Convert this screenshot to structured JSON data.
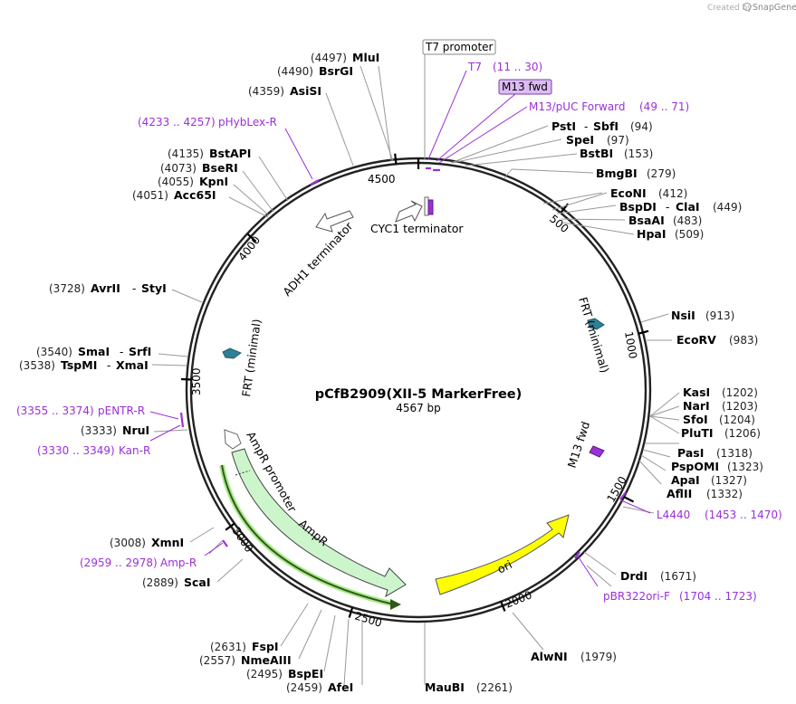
{
  "credit": {
    "prefix": "Created by",
    "brand": "SnapGene"
  },
  "plasmid": {
    "name": "pCfB2909(XII-5 MarkerFree)",
    "length": "4567 bp",
    "total_bp": 4567
  },
  "ticks": [
    "500",
    "1000",
    "1500",
    "2000",
    "2500",
    "3000",
    "3500",
    "4000",
    "4500"
  ],
  "enzymes": [
    {
      "name": "MluI",
      "pos": "(4497)"
    },
    {
      "name": "BsrGI",
      "pos": "(4490)"
    },
    {
      "name": "AsiSI",
      "pos": "(4359)"
    },
    {
      "name": "BstAPI",
      "pos": "(4135)"
    },
    {
      "name": "BseRI",
      "pos": "(4073)"
    },
    {
      "name": "KpnI",
      "pos": "(4055)"
    },
    {
      "name": "Acc65I",
      "pos": "(4051)"
    },
    {
      "name": "AvrII",
      "name2": "StyI",
      "pos": "(3728)"
    },
    {
      "name": "SmaI",
      "name2": "SrfI",
      "pos": "(3540)"
    },
    {
      "name": "TspMI",
      "name2": "XmaI",
      "pos": "(3538)"
    },
    {
      "name": "NruI",
      "pos": "(3333)"
    },
    {
      "name": "XmnI",
      "pos": "(3008)"
    },
    {
      "name": "ScaI",
      "pos": "(2889)"
    },
    {
      "name": "FspI",
      "pos": "(2631)"
    },
    {
      "name": "NmeAIII",
      "pos": "(2557)"
    },
    {
      "name": "BspEI",
      "pos": "(2495)"
    },
    {
      "name": "AfeI",
      "pos": "(2459)"
    },
    {
      "name": "MauBI",
      "pos": "(2261)"
    },
    {
      "name": "AlwNI",
      "pos": "(1979)"
    },
    {
      "name": "DrdI",
      "pos": "(1671)"
    },
    {
      "name": "PstI",
      "name2": "SbfI",
      "pos": "(94)"
    },
    {
      "name": "SpeI",
      "pos": "(97)"
    },
    {
      "name": "BstBI",
      "pos": "(153)"
    },
    {
      "name": "BmgBI",
      "pos": "(279)"
    },
    {
      "name": "EcoNI",
      "pos": "(412)"
    },
    {
      "name": "BspDI",
      "name2": "ClaI",
      "pos": "(449)"
    },
    {
      "name": "BsaAI",
      "pos": "(483)"
    },
    {
      "name": "HpaI",
      "pos": "(509)"
    },
    {
      "name": "NsiI",
      "pos": "(913)"
    },
    {
      "name": "EcoRV",
      "pos": "(983)"
    },
    {
      "name": "KasI",
      "pos": "(1202)"
    },
    {
      "name": "NarI",
      "pos": "(1203)"
    },
    {
      "name": "SfoI",
      "pos": "(1204)"
    },
    {
      "name": "PluTI",
      "pos": "(1206)"
    },
    {
      "name": "PasI",
      "pos": "(1318)"
    },
    {
      "name": "PspOMI",
      "pos": "(1323)"
    },
    {
      "name": "ApaI",
      "pos": "(1327)"
    },
    {
      "name": "AflII",
      "pos": "(1332)"
    }
  ],
  "primers": [
    {
      "name": "T7",
      "range": "(11 .. 30)"
    },
    {
      "name": "M13/pUC Forward",
      "range": "(49 .. 71)"
    },
    {
      "name": "pHybLex-R",
      "range": "(4233 .. 4257)"
    },
    {
      "name": "pENTR-R",
      "range": "(3355 .. 3374)"
    },
    {
      "name": "Kan-R",
      "range": "(3330 .. 3349)"
    },
    {
      "name": "Amp-R",
      "range": "(2959 .. 2978)"
    },
    {
      "name": "L4440",
      "range": "(1453 .. 1470)"
    },
    {
      "name": "pBR322ori-F",
      "range": "(1704 .. 1723)"
    }
  ],
  "boxed_labels": {
    "t7_promoter": "T7 promoter",
    "m13_fwd_box": "M13 fwd"
  },
  "features": {
    "cyc1": "CYC1 terminator",
    "adh1": "ADH1 terminator",
    "frt_right": "FRT (minimal)",
    "frt_left": "FRT (minimal)",
    "m13_fwd": "M13 fwd",
    "ampr_promoter": "AmpR promoter",
    "ampr": "AmpR",
    "ori": "ori"
  },
  "colors": {
    "primer": "#9b30d9",
    "ampr_fill": "#ccf5cc",
    "ori_fill": "#ffff00",
    "frt_fill": "#2f7f97",
    "m13_box": "#dcbcf2"
  }
}
